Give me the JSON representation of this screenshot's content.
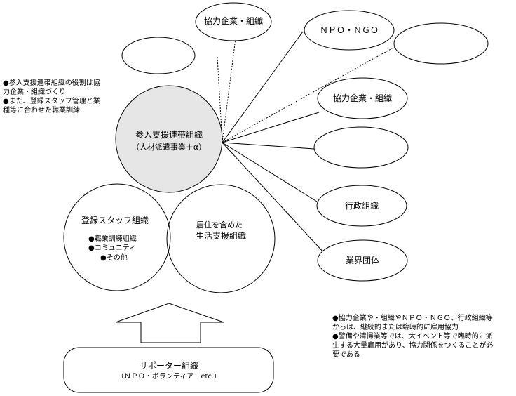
{
  "center": {
    "title": "参入支援連帯組織",
    "subtitle": "（人材派遣事業＋α）"
  },
  "registration": {
    "title": "登録スタッフ組織",
    "items": [
      "●職業訓練組織",
      "●コミュニティ",
      "●その他"
    ]
  },
  "living_support": {
    "line1": "居住を含めた",
    "line2": "生活支援組織"
  },
  "partners": [
    {
      "label": "協力企業・組織"
    },
    {
      "label": ""
    },
    {
      "label": "ＮＰＯ・ＮＧＯ"
    },
    {
      "label": ""
    },
    {
      "label": "協力企業・組織"
    },
    {
      "label": ""
    },
    {
      "label": "行政組織"
    },
    {
      "label": "業界団体"
    }
  ],
  "supporter": {
    "title": "サポーター組織",
    "subtitle": "（ＮＰＯ・ボランティア　etc.）"
  },
  "note_left": [
    "●参入支援連帯組織の役割は協",
    "力企業・組織づくり",
    "●また、登録スタッフ管理と業",
    "種等に合わせた職業訓練"
  ],
  "note_right": [
    "●協力企業や・組織やＮＰＯ・ＮＧＯ、行政組織等",
    "からは、継続的または臨時的に雇用協力",
    "●警備や清掃業等では、大イベント等で臨時的に派",
    "生する大量雇用があり、協力関係をつくることが必",
    "要である"
  ],
  "colors": {
    "center_fill": "#e6e6e6",
    "line": "#000000",
    "background": "#ffffff"
  }
}
